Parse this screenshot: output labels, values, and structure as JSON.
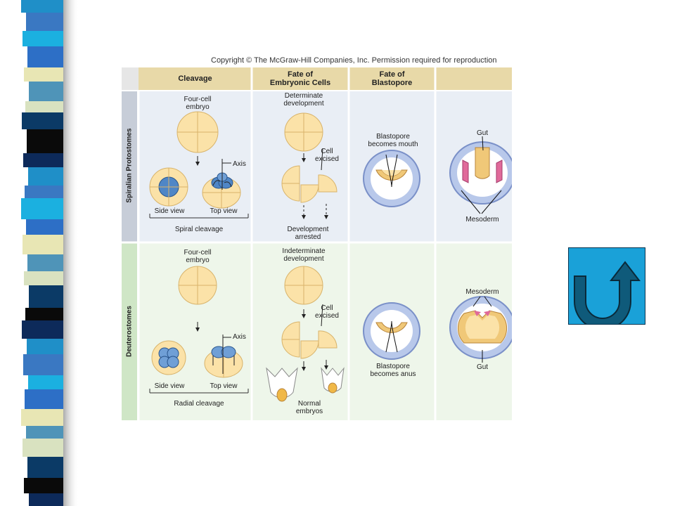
{
  "copyright": "Copyright © The McGraw-Hill Companies, Inc. Permission required for reproduction",
  "headers": {
    "cleavage": "Cleavage",
    "fate_cells": [
      "Fate of",
      "Embryonic Cells"
    ],
    "fate_blastopore": [
      "Fate of",
      "Blastopore"
    ]
  },
  "rows": {
    "protostomes": "Spiralian Protostomes",
    "deuterostomes": "Deuterostomes"
  },
  "protostome": {
    "four_cell": [
      "Four-cell",
      "embryo"
    ],
    "axis": "Axis",
    "side_view": "Side view",
    "top_view": "Top view",
    "cleavage_type": "Spiral cleavage",
    "development": [
      "Determinate",
      "development"
    ],
    "cell_excised": [
      "Cell",
      "excised"
    ],
    "outcome": [
      "Development",
      "arrested"
    ],
    "blastopore": [
      "Blastopore",
      "becomes mouth"
    ],
    "gut": "Gut",
    "mesoderm": "Mesoderm"
  },
  "deuterostome": {
    "four_cell": [
      "Four-cell",
      "embryo"
    ],
    "axis": "Axis",
    "side_view": "Side view",
    "top_view": "Top view",
    "cleavage_type": "Radial cleavage",
    "development": [
      "Indeterminate",
      "development"
    ],
    "cell_excised": [
      "Cell",
      "excised"
    ],
    "outcome": [
      "Normal",
      "embryos"
    ],
    "blastopore": [
      "Blastopore",
      "becomes anus"
    ],
    "mesoderm": "Mesoderm",
    "gut": "Gut"
  },
  "colors": {
    "header_bg": "#e8d9a8",
    "protostome_bg": "#e9eef5",
    "deuterostome_bg": "#eef6ea",
    "protostome_side": "#c7cdd8",
    "deuterostome_side": "#cfe6c6",
    "cell": "#fbe2a8",
    "cell_blue": "#4f86c6",
    "back_button": "#1aa1d8"
  },
  "back_button": {
    "icon": "u-turn-arrow-icon"
  }
}
